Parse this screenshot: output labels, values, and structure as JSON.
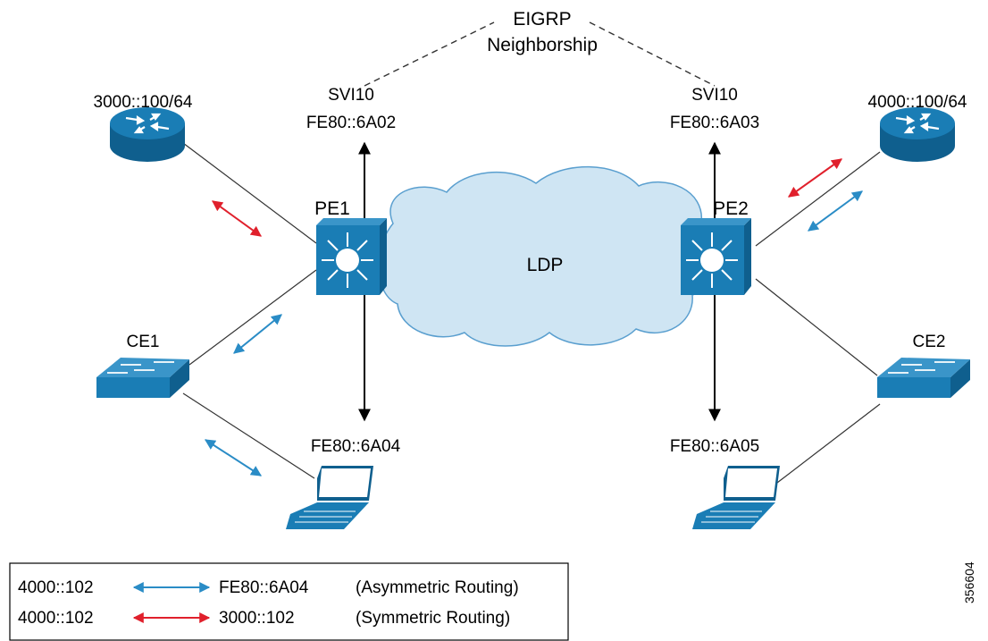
{
  "eigrp": {
    "line1": "EIGRP",
    "line2": "Neighborship"
  },
  "cloud": {
    "label": "LDP"
  },
  "pe1": {
    "name": "PE1",
    "svi": "SVI10",
    "svi_addr": "FE80::6A02",
    "down_addr": "FE80::6A04"
  },
  "pe2": {
    "name": "PE2",
    "svi": "SVI10",
    "svi_addr": "FE80::6A03",
    "down_addr": "FE80::6A05"
  },
  "router_left": {
    "label": "3000::100/64"
  },
  "router_right": {
    "label": "4000::100/64"
  },
  "ce1": {
    "label": "CE1"
  },
  "ce2": {
    "label": "CE2"
  },
  "legend": {
    "row1": {
      "from": "4000::102",
      "to": "FE80::6A04",
      "desc": "(Asymmetric Routing)"
    },
    "row2": {
      "from": "4000::102",
      "to": "3000::102",
      "desc": "(Symmetric Routing)"
    }
  },
  "figure_id": "356604",
  "colors": {
    "device_blue": "#1a7db5",
    "device_dark": "#0f5f8e",
    "cloud_fill": "#cfe5f3",
    "cloud_stroke": "#5a9fcf",
    "asym_arrow": "#2a8cc6",
    "sym_arrow": "#e0202c"
  },
  "icons": {
    "router": "router-icon",
    "switch_l3": "layer3-switch-icon",
    "switch_l2": "workgroup-switch-icon",
    "laptop": "laptop-icon"
  }
}
